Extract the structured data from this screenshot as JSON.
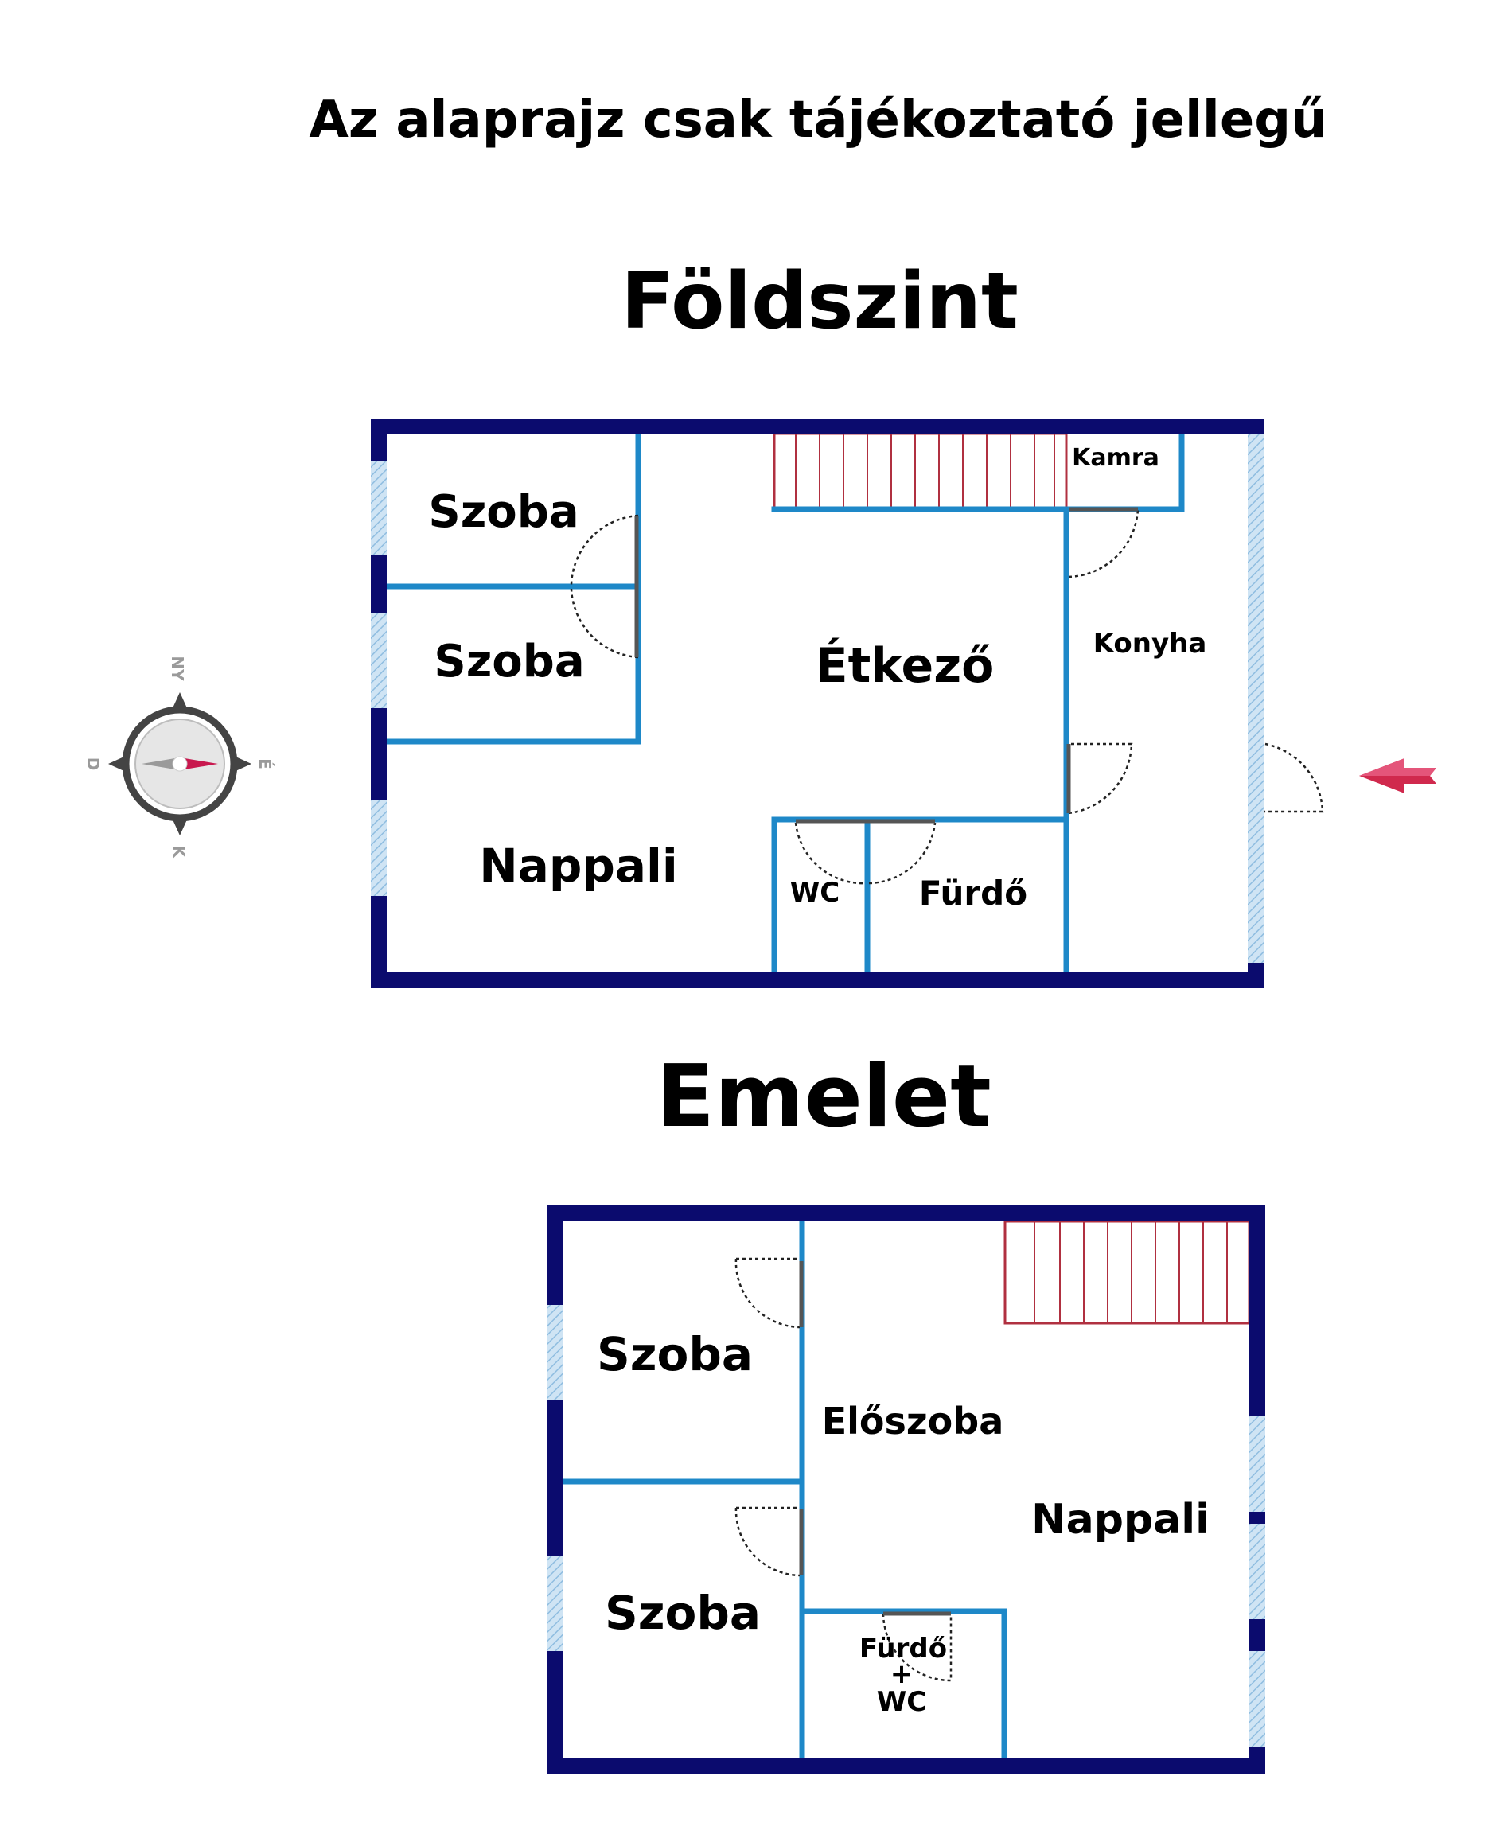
{
  "header": {
    "disclaimer": "Az alaprajz csak tájékoztató jellegű"
  },
  "ground_floor": {
    "title": "Földszint",
    "rooms": {
      "szoba_1": "Szoba",
      "szoba_2": "Szoba",
      "etkezo": "Étkező",
      "kamra": "Kamra",
      "konyha": "Konyha",
      "nappali": "Nappali",
      "wc": "WC",
      "furdo": "Fürdő"
    }
  },
  "upper_floor": {
    "title": "Emelet",
    "rooms": {
      "szoba_1": "Szoba",
      "szoba_2": "Szoba",
      "eloszoba": "Előszoba",
      "nappali": "Nappali",
      "furdo_wc_1": "Fürdő",
      "furdo_wc_2": "+",
      "furdo_wc_3": "WC"
    }
  },
  "compass": {
    "north": "NY",
    "east": "É",
    "south": "K",
    "west": "D"
  },
  "colors": {
    "outer_wall": "#0b0b6e",
    "inner_wall": "#1e88c8",
    "stairs": "#b03040",
    "window": "#a8cde8",
    "door": "#555555",
    "entrance_arrow": "#d0294d",
    "compass_needle": "#c8184e"
  }
}
